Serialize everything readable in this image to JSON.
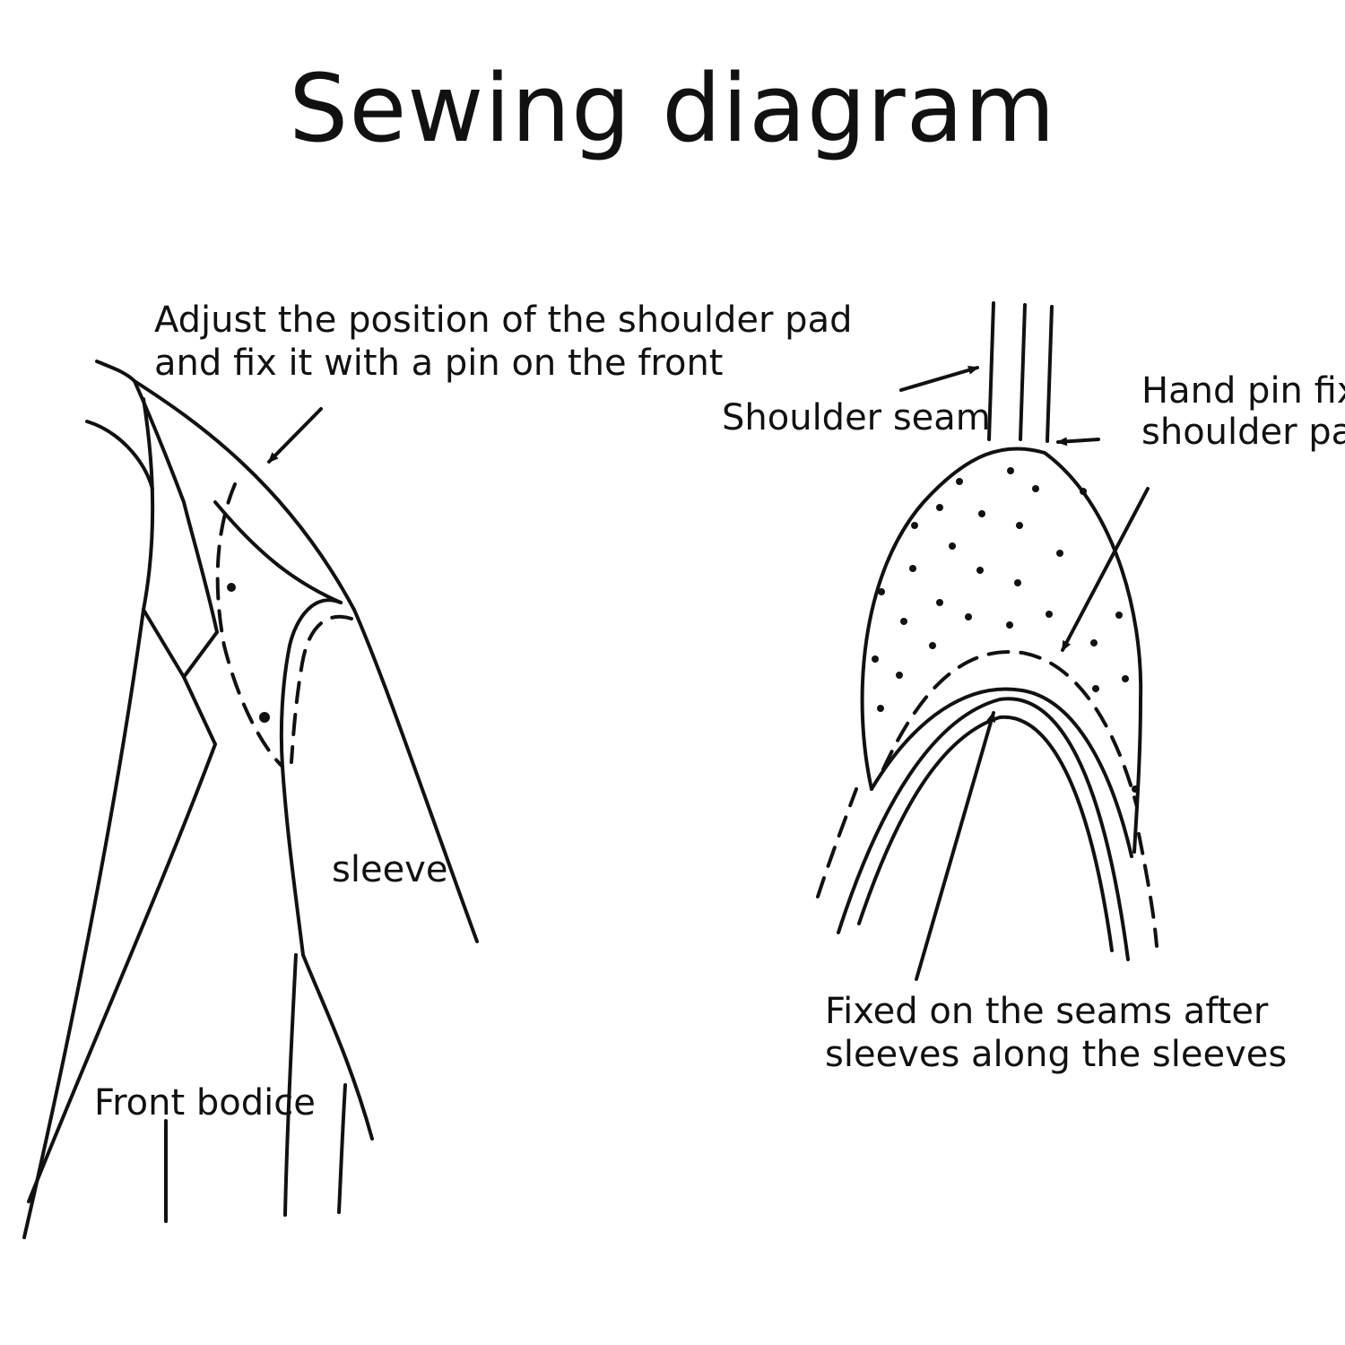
{
  "title": "Sewing diagram",
  "labels": {
    "adjust_line1": "Adjust the position of the shoulder pad",
    "adjust_line2": "and fix it with a pin on the front",
    "sleeve": "sleeve",
    "front_bodice": "Front bodice",
    "shoulder_seam": "Shoulder seam",
    "hand_pin_line1": "Hand pin fix",
    "hand_pin_line2": "shoulder pad",
    "fixed_line1": "Fixed on the seams after",
    "fixed_line2": "sleeves along the sleeves"
  }
}
